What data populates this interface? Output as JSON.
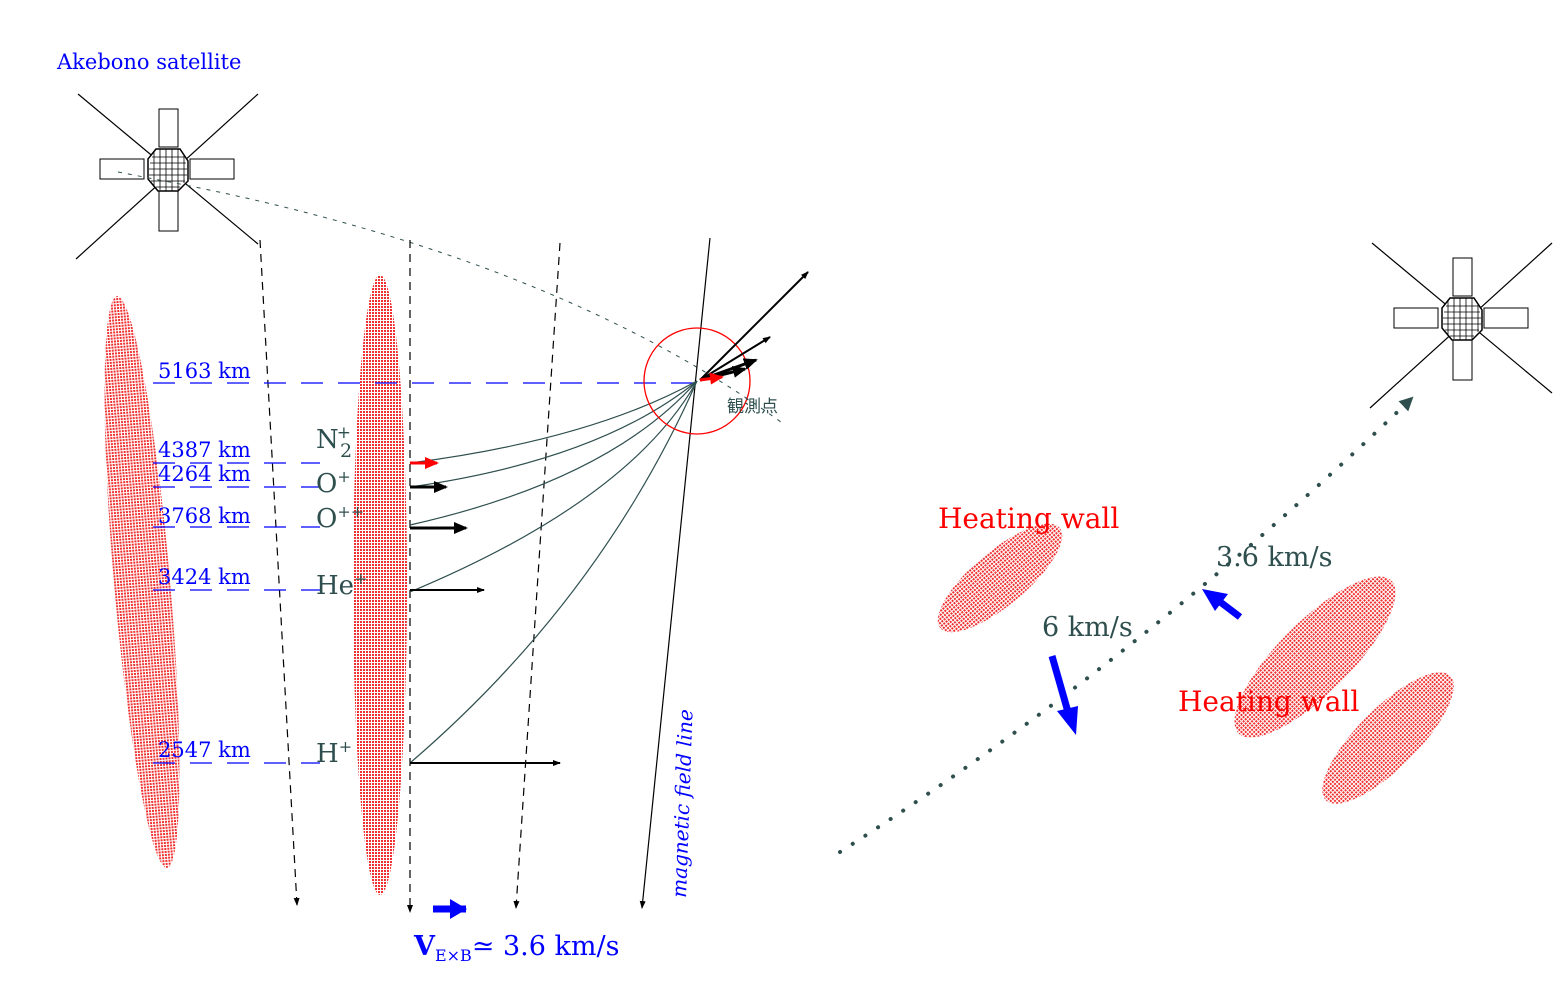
{
  "satellite_label": "Akebono satellite",
  "observation_point": "観測点",
  "field_line_label": "magnetic field line",
  "altitudes": [
    "5163 km",
    "4387 km",
    "4264 km",
    "3768 km",
    "3424 km",
    "2547 km"
  ],
  "ions": [
    {
      "base": "N",
      "sub": "2",
      "sup": "+"
    },
    {
      "base": "O",
      "sup": "+"
    },
    {
      "base": "O",
      "sup": "++"
    },
    {
      "base": "He",
      "sup": "+"
    },
    {
      "base": "H",
      "sup": "+"
    }
  ],
  "vexb": {
    "symbol": "V",
    "sub": "E×B",
    "approx": "≃ 3.6 km/s"
  },
  "heating_wall_label": "Heating wall",
  "speed_up": "3.6 km/s",
  "speed_down": "6 km/s",
  "colors": {
    "blue": "#0000ff",
    "red": "#ff0000",
    "ion": "#2f4f4f"
  }
}
